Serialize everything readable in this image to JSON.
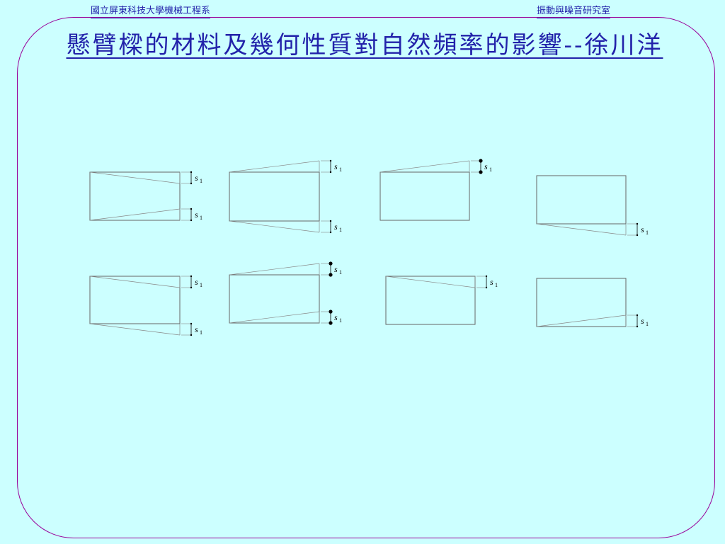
{
  "header": {
    "left": "國立屏東科技大學機械工程系",
    "right": "振動與噪音研究室"
  },
  "title": "懸臂樑的材料及幾何性質對自然頻率的影響--徐川洋",
  "diagram": {
    "label": "s",
    "subscript": "1",
    "colors": {
      "frame": "#990099",
      "title": "#2222aa",
      "beam": "#666666",
      "deflection": "#888888",
      "background": "#ccffff"
    },
    "cases": [
      {
        "id": "r1c1",
        "top": "inward",
        "bottom": "inward",
        "endpoints": false
      },
      {
        "id": "r1c2",
        "top": "outward",
        "bottom": "outward",
        "endpoints": false
      },
      {
        "id": "r1c3",
        "top": "outward",
        "bottom": "none",
        "endpoints": true
      },
      {
        "id": "r1c4",
        "top": "none",
        "bottom": "outward",
        "endpoints": false
      },
      {
        "id": "r2c1",
        "top": "inward",
        "bottom": "outward",
        "endpoints": false
      },
      {
        "id": "r2c2",
        "top": "outward",
        "bottom": "inward",
        "endpoints": true
      },
      {
        "id": "r2c3",
        "top": "inward",
        "bottom": "none",
        "endpoints": false
      },
      {
        "id": "r2c4",
        "top": "none",
        "bottom": "inward",
        "endpoints": false
      }
    ]
  }
}
